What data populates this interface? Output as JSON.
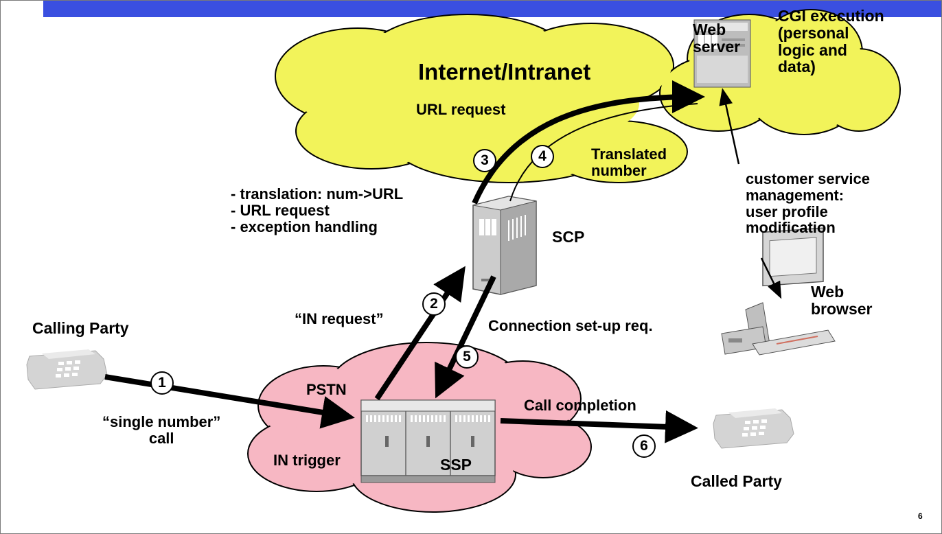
{
  "slide": {
    "page_number": "6"
  },
  "colors": {
    "header_bar": "#3a4fe0",
    "internet_cloud": "#f2f35a",
    "pstn_cloud": "#f7b7c3",
    "equipment": "#cfcfcf",
    "arrow": "#000000"
  },
  "clouds": {
    "internet": {
      "label": "Internet/Intranet"
    },
    "pstn": {
      "label": "PSTN"
    }
  },
  "nodes": {
    "web_server": {
      "label": "Web\nserver",
      "icon": "server-icon"
    },
    "scp": {
      "label": "SCP",
      "icon": "server-tower-icon"
    },
    "ssp": {
      "label": "SSP",
      "icon": "switch-rack-icon"
    },
    "web_browser": {
      "label": "Web\nbrowser",
      "icon": "computer-icon"
    },
    "calling_party": {
      "label": "Calling Party",
      "icon": "telephone-icon"
    },
    "called_party": {
      "label": "Called Party",
      "icon": "telephone-icon"
    }
  },
  "annotations": {
    "cgi": "CGI execution\n(personal\nlogic and\ndata)",
    "url_request": "URL request",
    "translated_number": "Translated\nnumber",
    "scp_functions": "- translation: num->URL\n- URL request\n- exception handling",
    "csm": "customer service\nmanagement:\nuser profile\nmodification",
    "in_request": "“IN request”",
    "connection_setup": "Connection set-up req.",
    "single_number_call": "“single number”\ncall",
    "in_trigger": "IN trigger",
    "call_completion": "Call completion"
  },
  "steps": [
    "1",
    "2",
    "3",
    "4",
    "5",
    "6"
  ]
}
